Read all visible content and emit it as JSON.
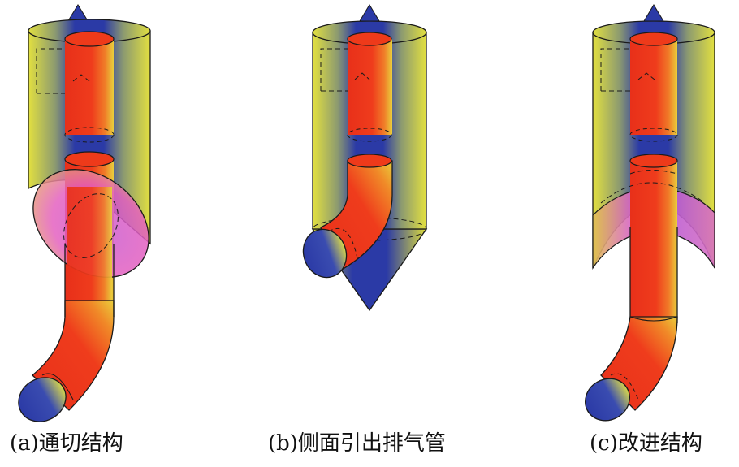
{
  "figure": {
    "panels": [
      {
        "id": "a",
        "caption": "(a)通切结构"
      },
      {
        "id": "b",
        "caption": "(b)侧面引出排气管"
      },
      {
        "id": "c",
        "caption": "(c)改进结构"
      }
    ]
  },
  "colors": {
    "shell_yellow": "#dede3a",
    "shell_blue": "#2b3aa6",
    "pipe_red": "#ee3a1a",
    "pipe_orange": "#f08a28",
    "pipe_yellow": "#e8d23a",
    "cut_pink": "#e55fc8",
    "outline": "#1a1a1a",
    "background": "#ffffff"
  }
}
